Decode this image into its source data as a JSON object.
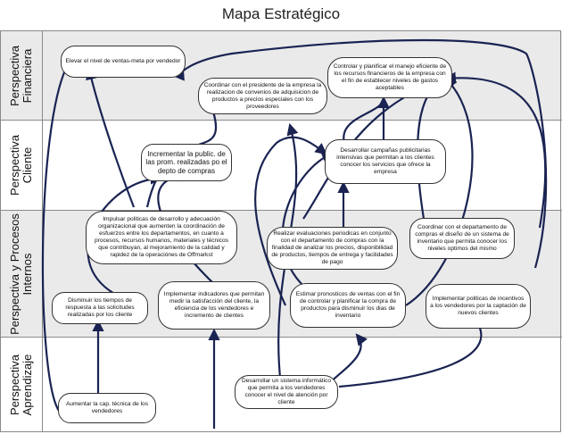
{
  "title": "Mapa Estratégico",
  "perspectives": [
    {
      "id": "financiera",
      "label": "Perspectiva Financiera"
    },
    {
      "id": "cliente",
      "label": "Perspectiva Cliente"
    },
    {
      "id": "procesos",
      "label": "Perspectiva y Procesos Internos"
    },
    {
      "id": "aprendizaje",
      "label": "Perspectiva Aprendizaje"
    }
  ],
  "nodes": {
    "elevar_ventas": "Elevar el nivel de ventas-meta por vendedor",
    "coordinar_presidente": "Coordinar con el presidente de la empresa la realizacion de convenios de adquisicion de productos a precios especiales con los proveedores",
    "controlar_recursos": "Controlar y planificar el manejo eficiente de los recursos financieros de la empresa con el fin de establecer niveles de gastos aceptables",
    "incrementar_public": "Incrementar la public. de las prom. realizadas po el depto de compras",
    "campanas_publicitarias": "Desarrollar campañas publicitarias intensivas que permitan a los clientes conocer los servicios que ofrece la empresa",
    "impulsar_politicas": "Impulsar politicas de desarrollo y adecuación organizacional que aumenten la coordinación de esfuerzos entre los departamentos, en cuanto a procesos, recursos humanos, materiales y técnicos que contribuyan, al mejoramiento de la calidad y rapidez de la operaciónes de Offmarkst",
    "evaluaciones": "Realizar evaluaciones periodicas en conjunto con el departamento de compras con la finalidad de analizar los precios, disponibilidad de productos, tiempos de entrega y facilidades de pago",
    "coordinar_compras": "Coordinar con el departamento de compras el diseño de un sistema de inventario que permita conocer los niveles optimos del mismo",
    "disminuir_tiempos": "Disminuir los tiempos de respuesta a las solicitudes realizadas por los cliente",
    "indicadores": "Implementar indicadores que permitan medir la satisfacción del cliente, la eficiencia de los vendedores e incremento de clientes",
    "pronosticos": "Estimar pronosticos de ventas con el fin de controlar y planificar la compra de productos para disminuir los dias de inventario",
    "incentivos": "Implementar politicas de incentivos a los vendedores por la captación de nuevos clientes",
    "capacitacion": "Aumentar la cap. técnica de los vendedores",
    "sistema_informatico": "Desarrollar un sistema informático que permita a los vendedores conocer el nivel de atención por cliente"
  }
}
